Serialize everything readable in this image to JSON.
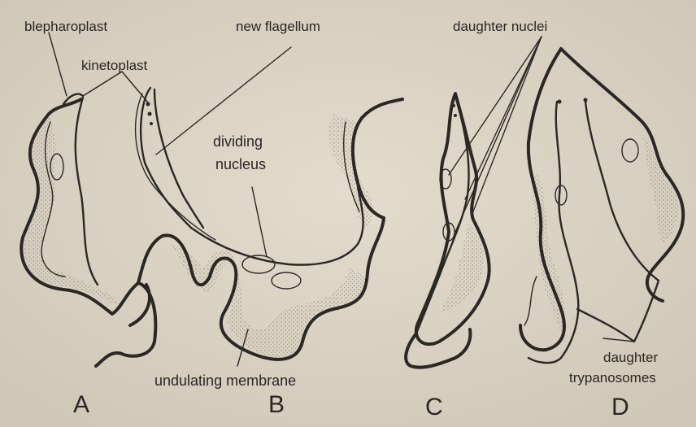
{
  "labels": {
    "blepharoplast": "blepharoplast",
    "kinetoplast": "kinetoplast",
    "new_flagellum": "new flagellum",
    "daughter_nuclei": "daughter nuclei",
    "dividing": "dividing",
    "nucleus": "nucleus",
    "undulating_membrane": "undulating membrane",
    "daughter": "daughter",
    "trypanosomes": "trypanosomes"
  },
  "stages": {
    "a": "A",
    "b": "B",
    "c": "C",
    "d": "D"
  },
  "colors": {
    "background": "#ddd6c6",
    "ink": "#2b2824",
    "stipple": "#8f877a"
  }
}
